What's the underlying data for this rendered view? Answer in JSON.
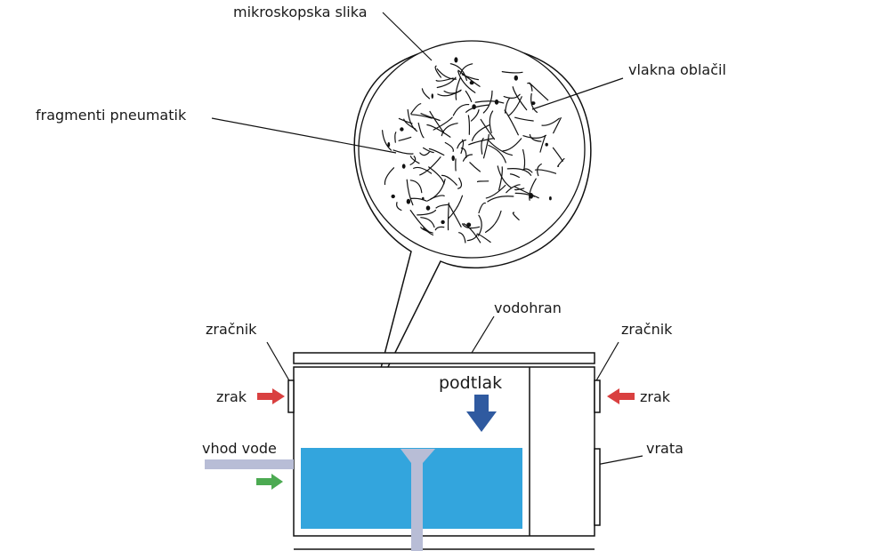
{
  "labels": {
    "microscope_image": "mikroskopska slika",
    "cloth_fibers": "vlakna oblačil",
    "tire_fragments": "fragmenti pneumatik",
    "water_tank": "vodohran",
    "vent_left": "zračnik",
    "vent_right": "zračnik",
    "air_left": "zrak",
    "air_right": "zrak",
    "underpressure": "podtlak",
    "water_inlet": "vhod vode",
    "door": "vrata"
  },
  "colors": {
    "water": "#33a5dd",
    "pipe": "#b8bdd6",
    "air_arrow": "#d94040",
    "water_arrow": "#4caa52",
    "pressure_arrow": "#2f5aa0",
    "outline": "#111111"
  },
  "icons": {
    "air_arrow": "arrow-right-icon",
    "pressure_arrow": "arrow-down-icon"
  }
}
